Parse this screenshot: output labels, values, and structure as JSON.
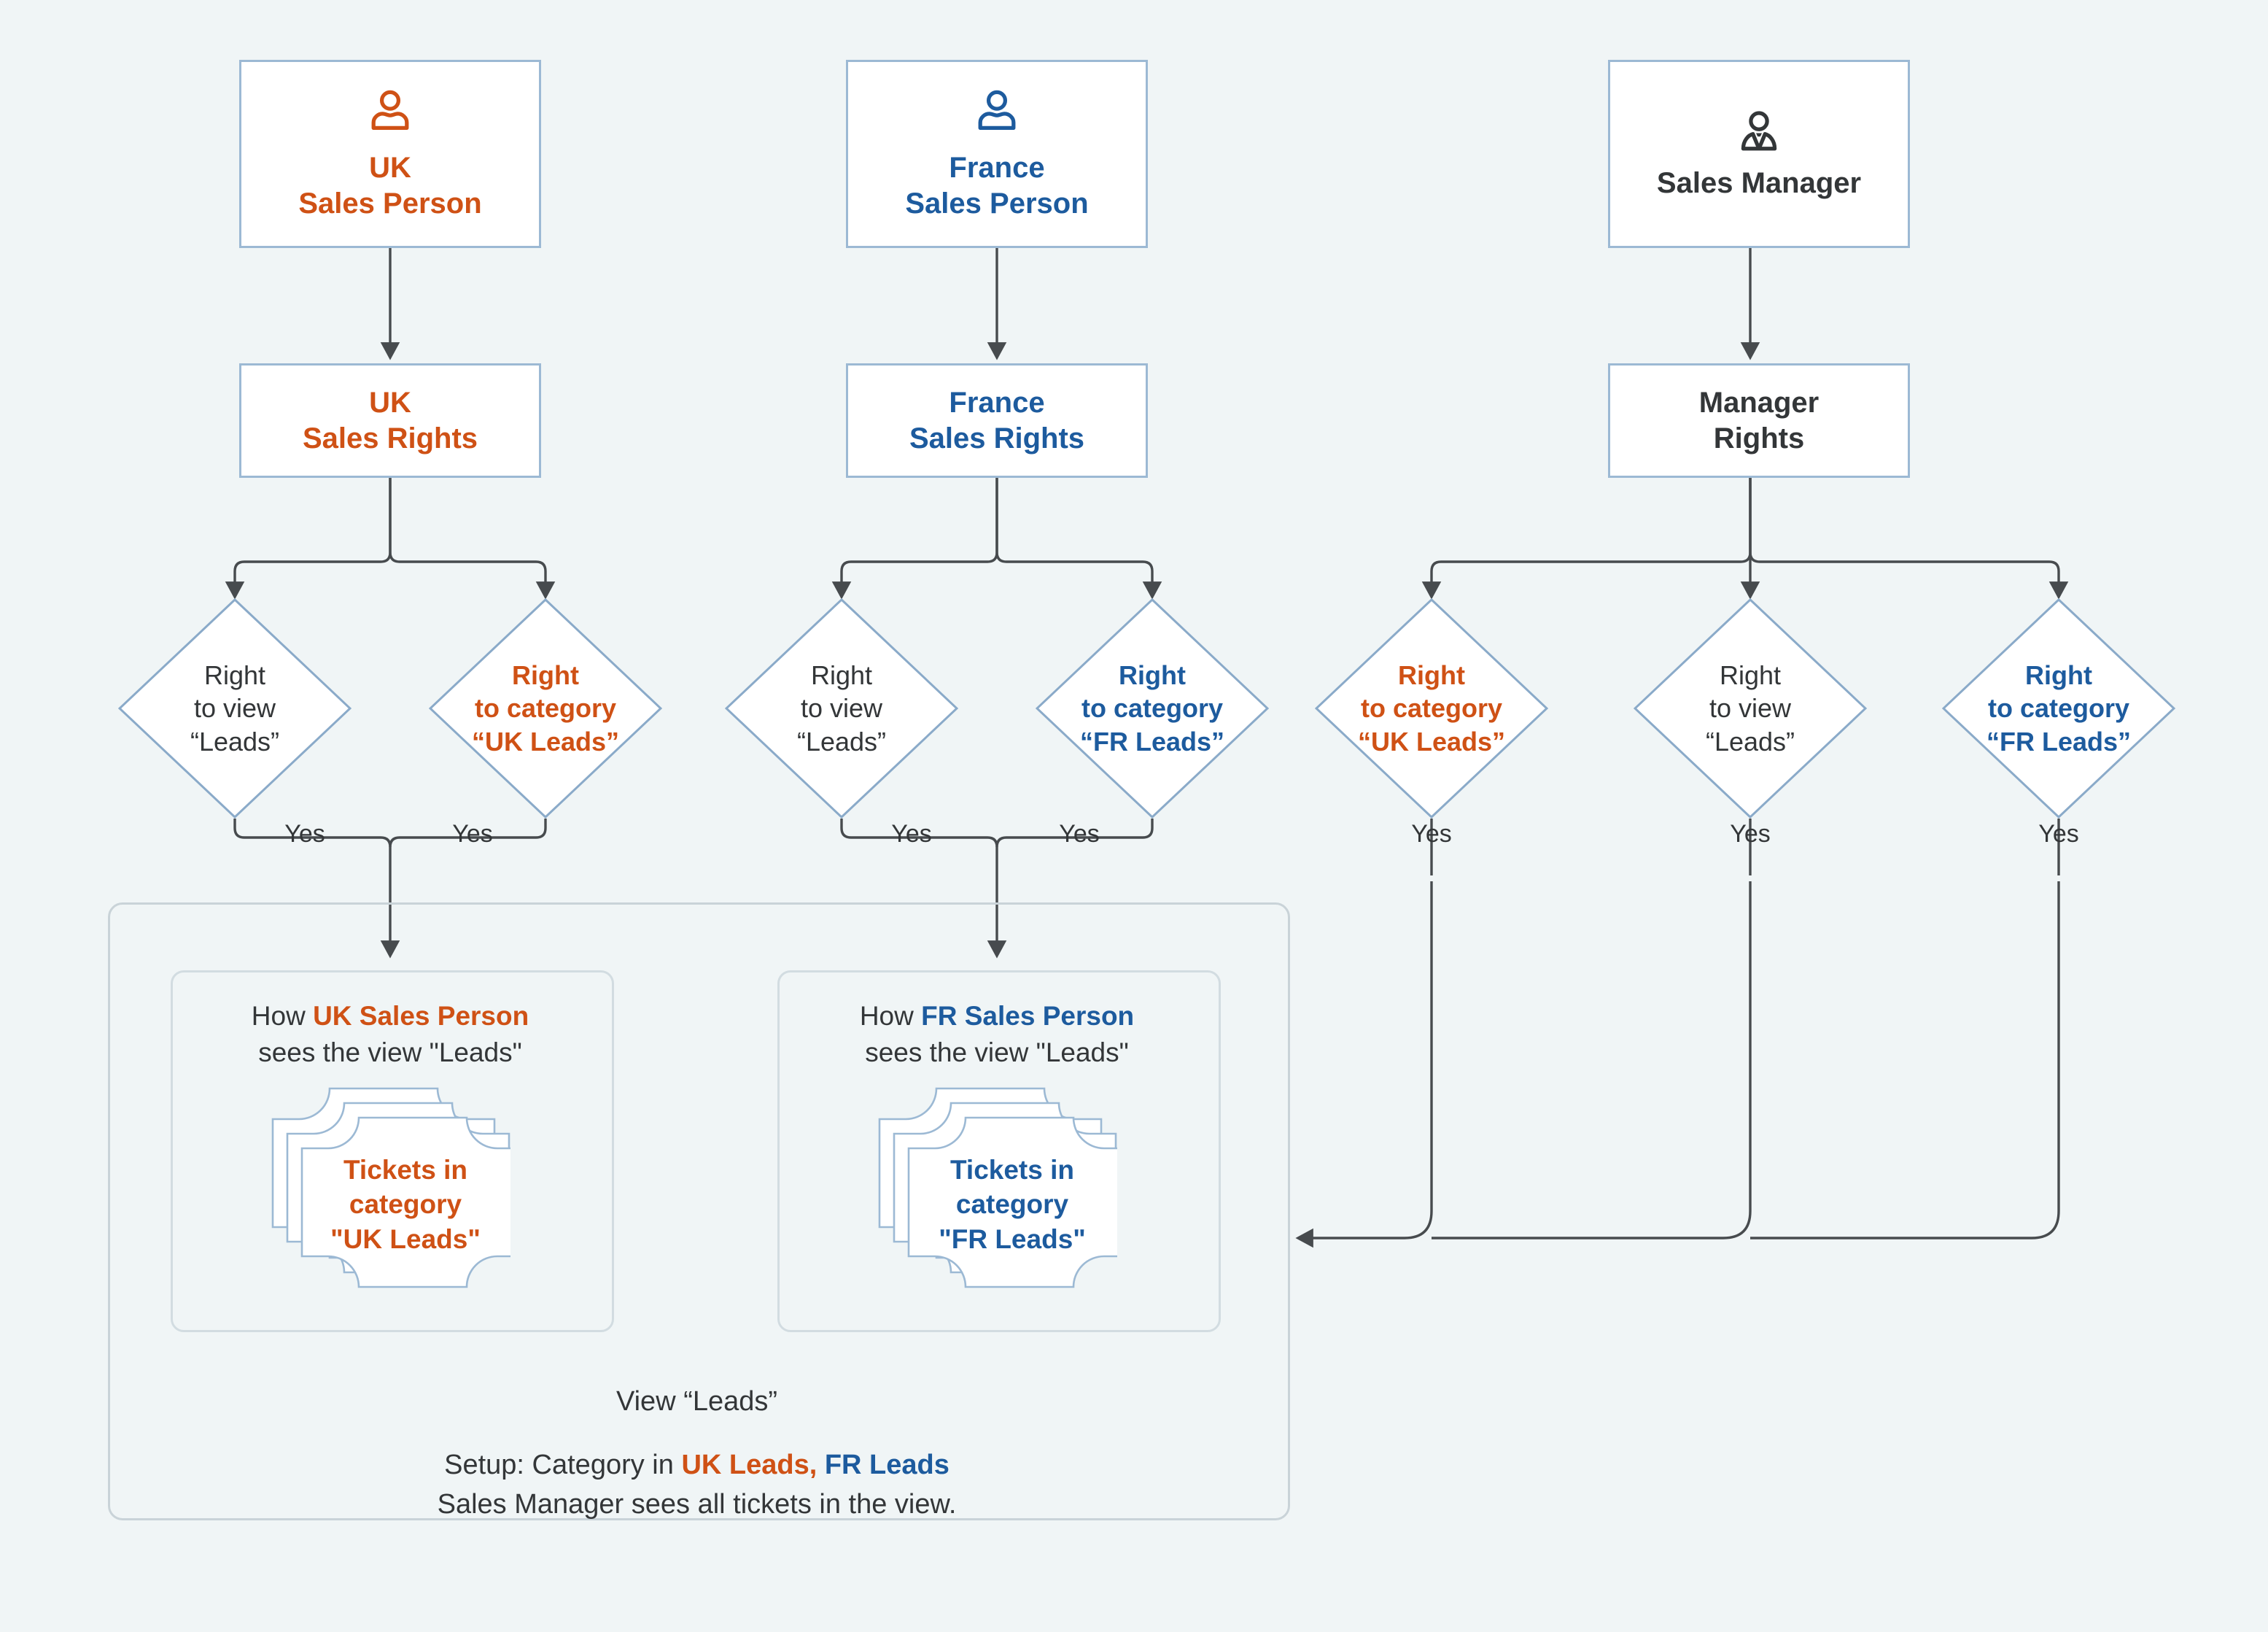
{
  "colors": {
    "background": "#f0f5f6",
    "orange": "#cf5115",
    "blue": "#1d5b9e",
    "dark": "#333638",
    "node_border": "#9cb9d4",
    "diamond_border": "#8aaac9",
    "panel_border": "#c9d3d8",
    "connector": "#474b4e"
  },
  "roles": [
    {
      "icon": "person-icon",
      "line1": "UK",
      "line2": "Sales Person",
      "color": "orange"
    },
    {
      "icon": "person-icon",
      "line1": "France",
      "line2": "Sales Person",
      "color": "blue"
    },
    {
      "icon": "manager-icon",
      "line1": "",
      "line2": "Sales Manager",
      "color": "dark"
    }
  ],
  "rights": [
    {
      "line1": "UK",
      "line2": "Sales Rights",
      "color": "orange"
    },
    {
      "line1": "France",
      "line2": "Sales Rights",
      "color": "blue"
    },
    {
      "line1": "Manager",
      "line2": "Rights",
      "color": "dark"
    }
  ],
  "decisions": [
    {
      "line1": "Right",
      "line2": "to view",
      "line3": "“Leads”",
      "color": "dark",
      "bold": false,
      "yes": "Yes"
    },
    {
      "line1": "Right",
      "line2": "to category",
      "line3": "“UK Leads”",
      "color": "orange",
      "bold": true,
      "yes": "Yes"
    },
    {
      "line1": "Right",
      "line2": "to view",
      "line3": "“Leads”",
      "color": "dark",
      "bold": false,
      "yes": "Yes"
    },
    {
      "line1": "Right",
      "line2": "to category",
      "line3": "“FR Leads”",
      "color": "blue",
      "bold": true,
      "yes": "Yes"
    },
    {
      "line1": "Right",
      "line2": "to category",
      "line3": "“UK Leads”",
      "color": "orange",
      "bold": true,
      "yes": "Yes"
    },
    {
      "line1": "Right",
      "line2": "to view",
      "line3": "“Leads”",
      "color": "dark",
      "bold": false,
      "yes": "Yes"
    },
    {
      "line1": "Right",
      "line2": "to category",
      "line3": "“FR Leads”",
      "color": "blue",
      "bold": true,
      "yes": "Yes"
    }
  ],
  "result_panel": {
    "cards": [
      {
        "head_prefix": "How ",
        "head_role": "UK Sales Person",
        "head_role_color": "orange",
        "head_suffix": "sees the view \"Leads\"",
        "ticket_line1": "Tickets in",
        "ticket_line2": "category",
        "ticket_line3": "\"UK Leads\"",
        "ticket_color": "orange"
      },
      {
        "head_prefix": "How ",
        "head_role": "FR Sales Person",
        "head_role_color": "blue",
        "head_suffix": "sees the view \"Leads\"",
        "ticket_line1": "Tickets in",
        "ticket_line2": "category",
        "ticket_line3": "\"FR Leads\"",
        "ticket_color": "blue"
      }
    ],
    "view_title": "View “Leads”",
    "setup_prefix": "Setup: Category in ",
    "setup_uk": "UK Leads,",
    "setup_fr": "FR Leads",
    "setup_note": "Sales Manager sees all tickets in the view."
  }
}
